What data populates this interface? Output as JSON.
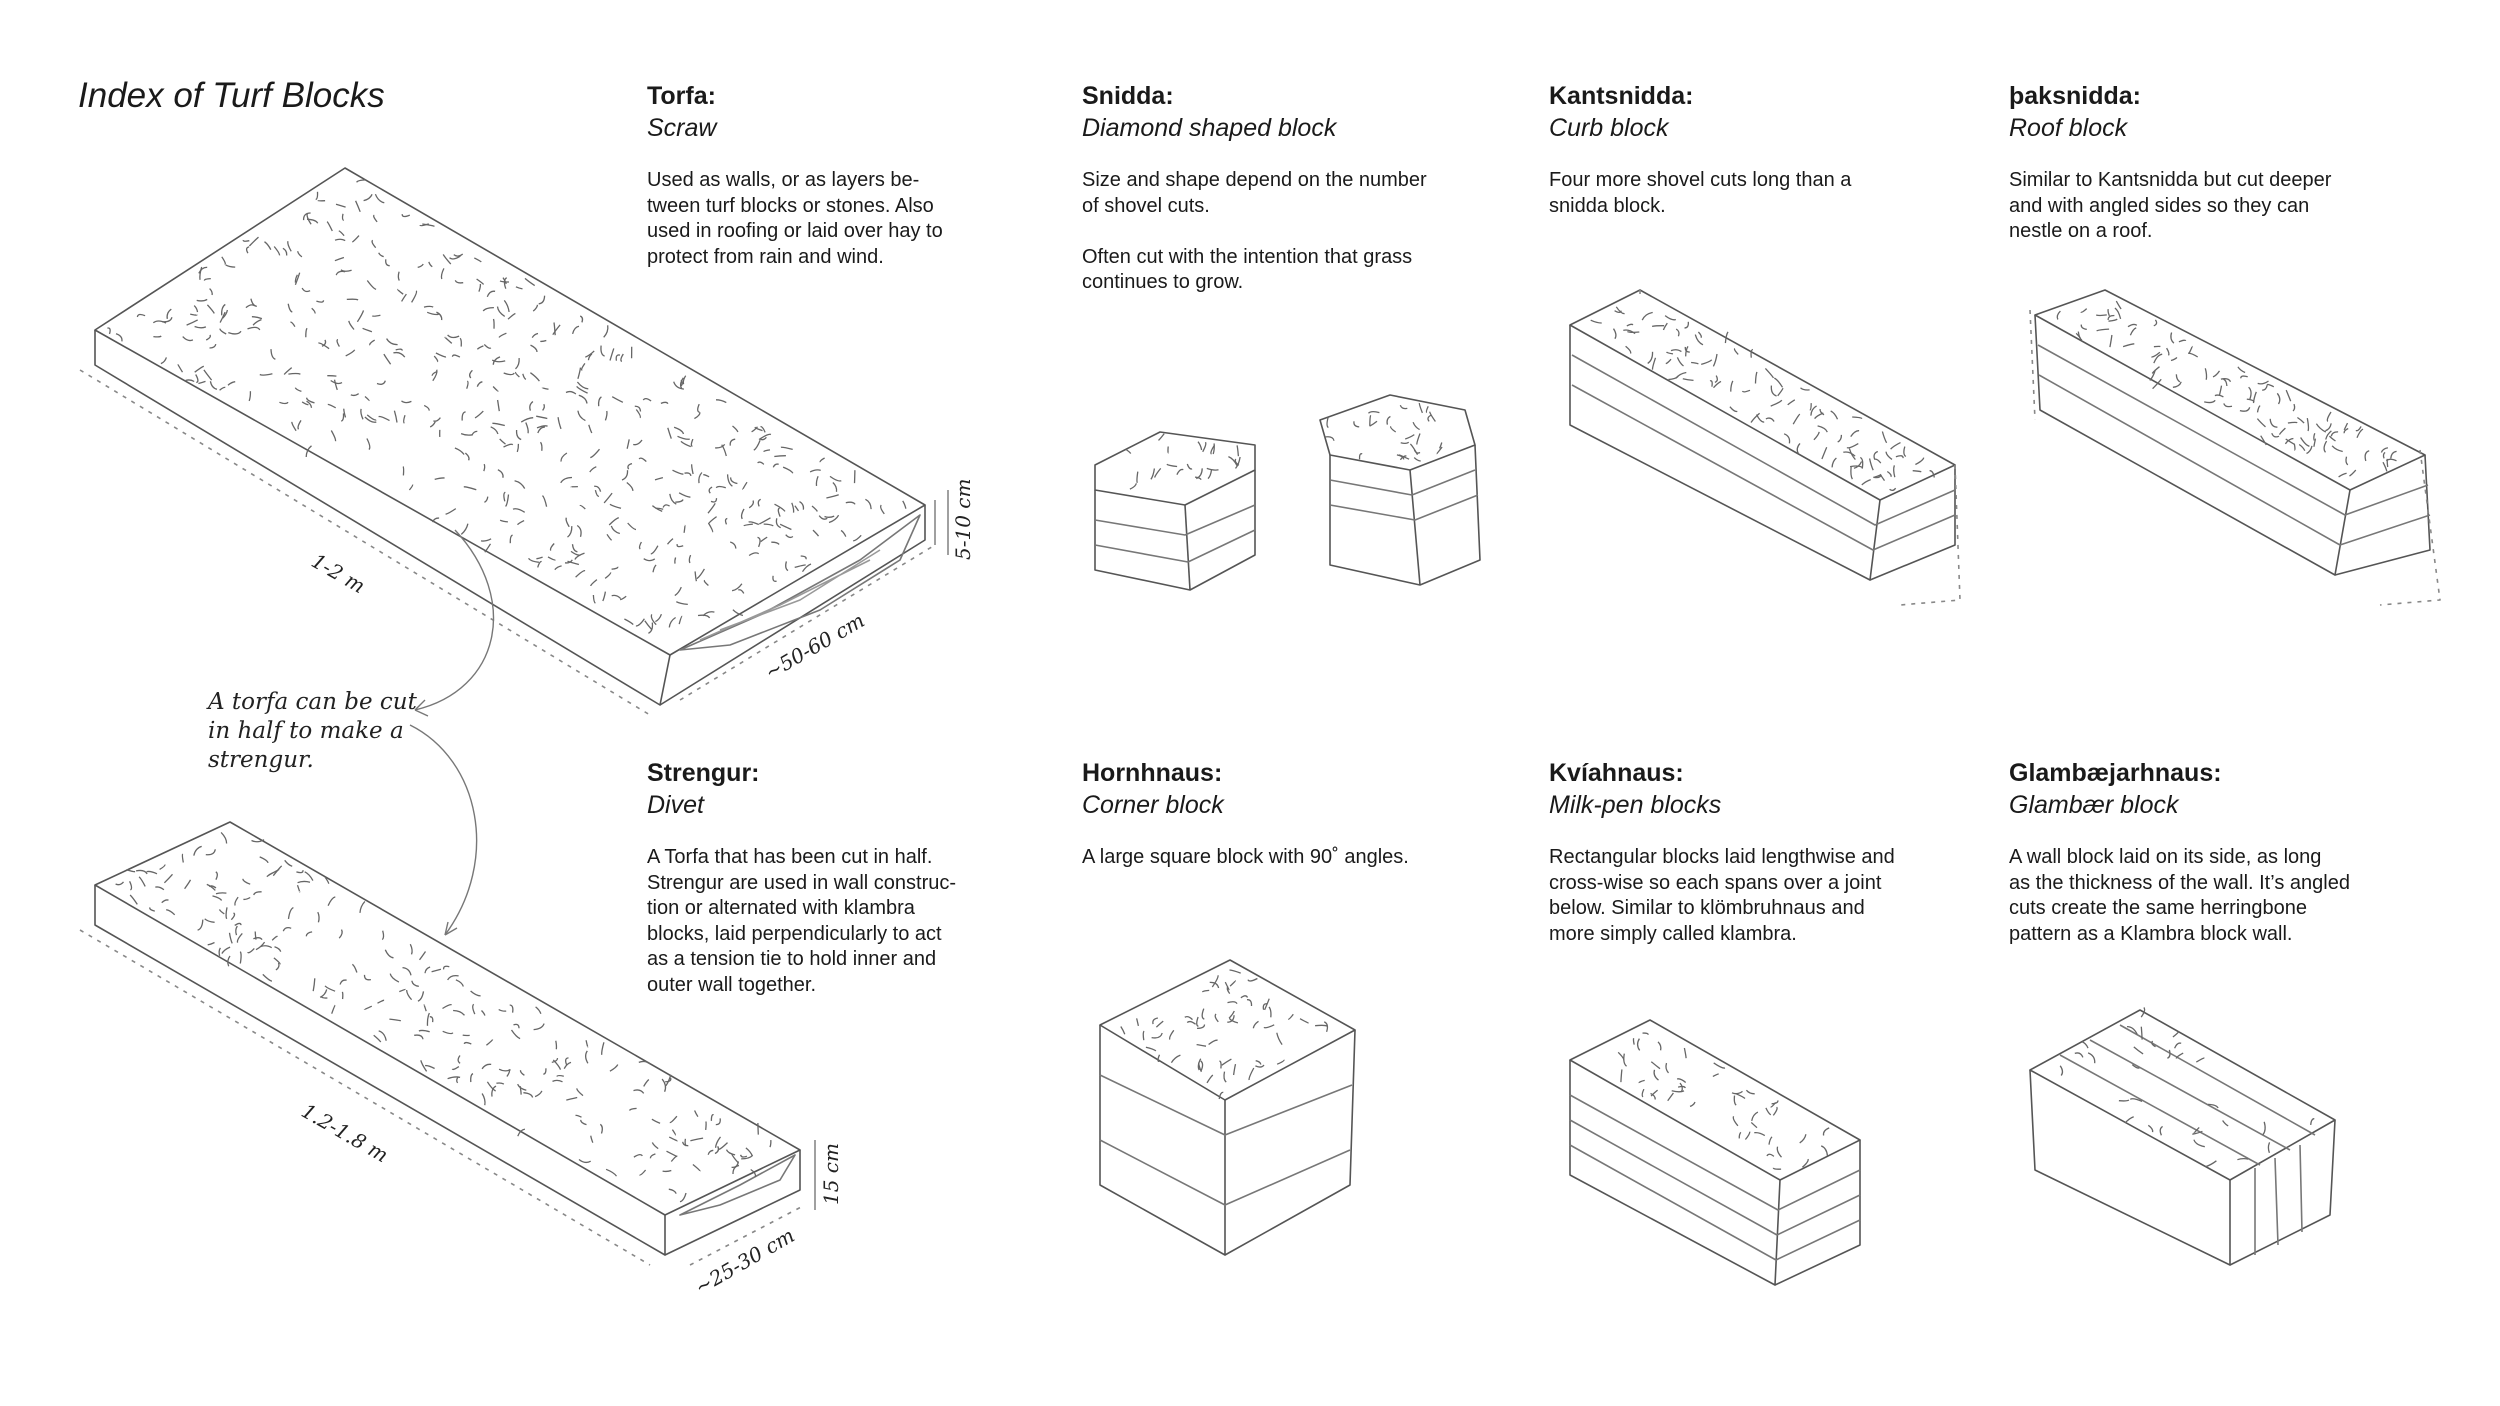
{
  "title": "Index of Turf Blocks",
  "blocks": [
    {
      "name": "Torfa:",
      "translation": "Scraw",
      "description": "Used as walls, or as layers be-\ntween turf blocks or stones. Also\nused in roofing or laid over hay to\nprotect from rain and wind."
    },
    {
      "name": "Snidda:",
      "translation": "Diamond shaped block",
      "description": "Size and shape depend on the number\nof shovel cuts.\n\nOften cut with the intention that grass\ncontinues to grow."
    },
    {
      "name": "Kantsnidda:",
      "translation": "Curb block",
      "description": "Four more shovel cuts long than a\nsnidda block."
    },
    {
      "name": "þaksnidda:",
      "translation": "Roof block",
      "description": "Similar to Kantsnidda but cut deeper\nand with angled sides so they can\nnestle on a roof."
    },
    {
      "name": "Strengur:",
      "translation": "Divet",
      "description": "A Torfa that has been cut in half.\nStrengur are used in wall construc-\ntion or alternated with klambra\nblocks, laid perpendicularly to act\nas a tension tie to hold inner and\nouter wall together."
    },
    {
      "name": "Hornhnaus:",
      "translation": "Corner block",
      "description": "A large square block with 90˚ angles."
    },
    {
      "name": "Kvíahnaus:",
      "translation": "Milk-pen blocks",
      "description": "Rectangular blocks laid lengthwise and\ncross-wise so each spans over a joint\nbelow. Similar to klömbruhnaus and\nmore simply called klambra."
    },
    {
      "name": "Glambæjarhnaus:",
      "translation": "Glambær block",
      "description": "A wall block laid on its side, as long\nas the thickness of the wall. It’s angled\ncuts create the same herringbone\npattern as a Klambra block wall."
    }
  ],
  "annotations": {
    "torfa_length": "1-2 m",
    "torfa_width": "~50-60 cm",
    "torfa_height": "5-10 cm",
    "note": "A torfa can be cut\nin half to make a\nstrengur.",
    "strengur_length": "1.2-1.8 m",
    "strengur_width": "~25-30 cm",
    "strengur_height": "15 cm"
  },
  "colors": {
    "ink": "#1a1a1a",
    "line": "#555555",
    "background": "#ffffff"
  }
}
